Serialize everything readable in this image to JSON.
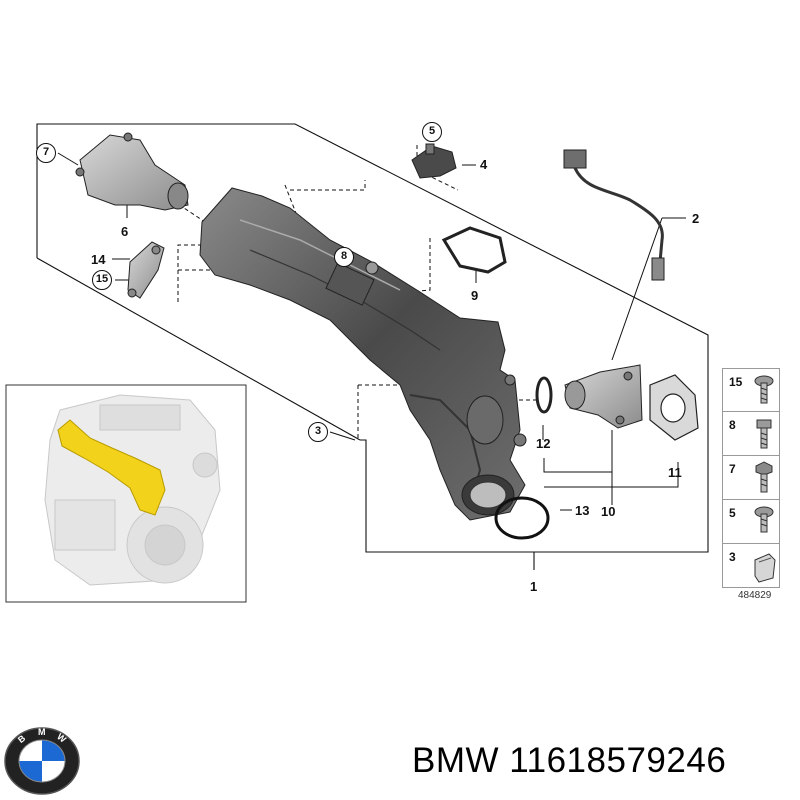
{
  "callouts": {
    "c1": "1",
    "c2": "2",
    "c3": "3",
    "c4": "4",
    "c5": "5",
    "c6": "6",
    "c7": "7",
    "c8": "8",
    "c9": "9",
    "c10": "10",
    "c11": "11",
    "c12": "12",
    "c13": "13",
    "c14": "14",
    "c15": "15"
  },
  "legend": [
    {
      "num": "15",
      "icon": "screw-icon"
    },
    {
      "num": "8",
      "icon": "bolt-icon"
    },
    {
      "num": "7",
      "icon": "hex-bolt-icon"
    },
    {
      "num": "5",
      "icon": "screw-icon"
    },
    {
      "num": "3",
      "icon": "clip-icon"
    }
  ],
  "diagram_id": "484829",
  "brand": {
    "text": "BMW 11618579246",
    "logo_letters": "BMW",
    "colors": {
      "blue": "#1c69d4",
      "ring": "#111111"
    }
  },
  "highlight_color": "#f2d21a"
}
